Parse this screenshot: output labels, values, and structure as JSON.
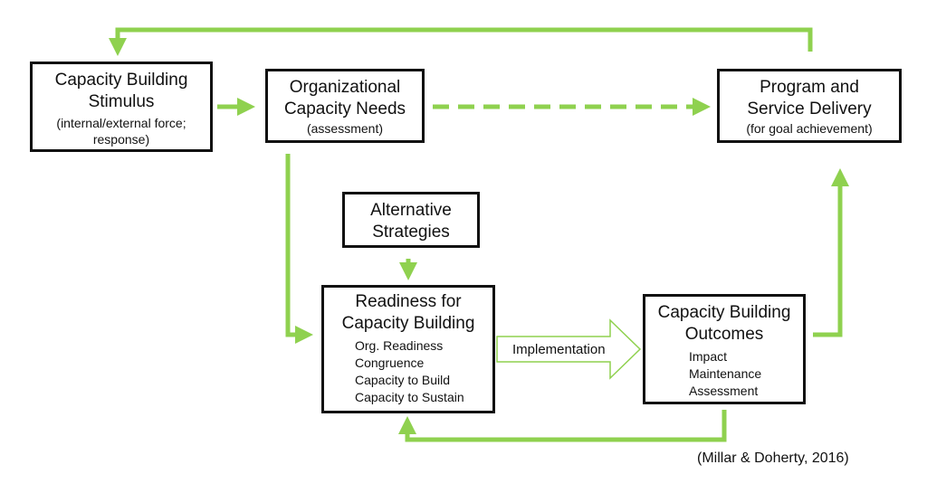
{
  "nodes": {
    "stimulus": {
      "title": "Capacity Building Stimulus",
      "sub": "(internal/external force; response)"
    },
    "needs": {
      "title": "Organizational Capacity Needs",
      "sub": "(assessment)"
    },
    "delivery": {
      "title": "Program and Service Delivery",
      "sub": "(for goal achievement)"
    },
    "alternatives": {
      "title": "Alternative Strategies"
    },
    "readiness": {
      "title": "Readiness for Capacity Building",
      "items": [
        "Org. Readiness",
        "Congruence",
        "Capacity to Build",
        "Capacity to Sustain"
      ]
    },
    "outcomes": {
      "title": "Capacity Building Outcomes",
      "items": [
        "Impact",
        "Maintenance",
        "Assessment"
      ]
    }
  },
  "edges": {
    "implementation_label": "Implementation"
  },
  "citation": "(Millar & Doherty, 2016)",
  "colors": {
    "arrow": "#8fd14f",
    "border": "#111111"
  }
}
